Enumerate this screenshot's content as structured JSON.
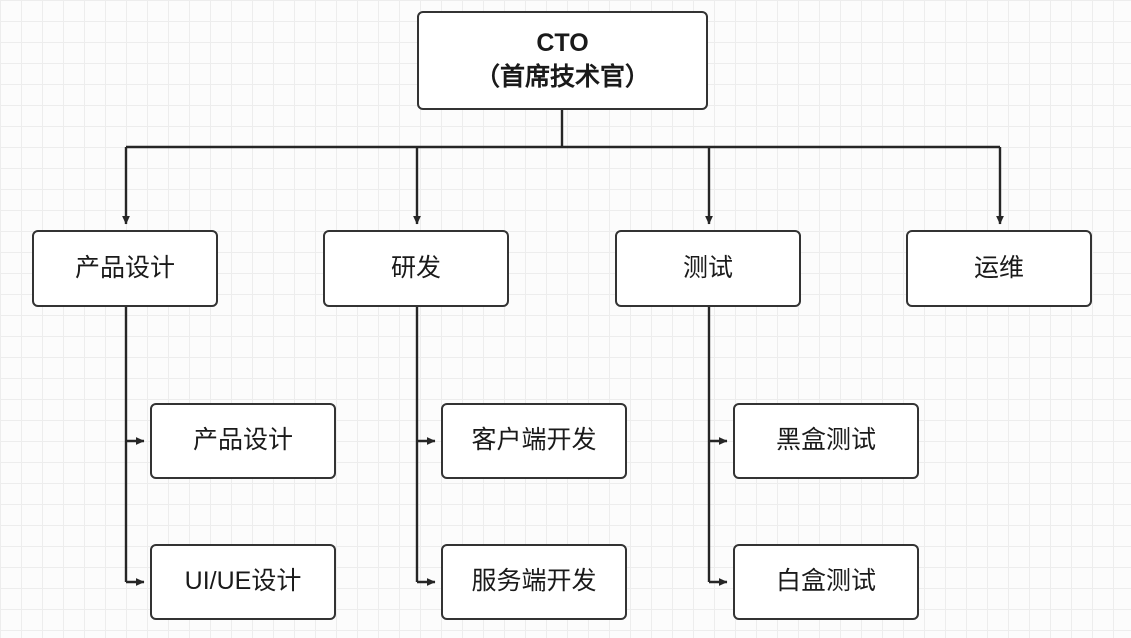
{
  "diagram": {
    "title_node": {
      "id": "cto",
      "line1": "CTO",
      "line2": "（首席技术官）"
    },
    "departments": [
      {
        "id": "product-design",
        "label": "产品设计"
      },
      {
        "id": "research-development",
        "label": "研发"
      },
      {
        "id": "testing",
        "label": "测试"
      },
      {
        "id": "operations",
        "label": "运维"
      }
    ],
    "sub_teams": {
      "product_design": [
        {
          "id": "product-design-sub",
          "label": "产品设计"
        },
        {
          "id": "ui-ue-design",
          "label": "UI/UE设计"
        }
      ],
      "research_development": [
        {
          "id": "client-development",
          "label": "客户端开发"
        },
        {
          "id": "server-development",
          "label": "服务端开发"
        }
      ],
      "testing": [
        {
          "id": "black-box-testing",
          "label": "黑盒测试"
        },
        {
          "id": "white-box-testing",
          "label": "白盒测试"
        }
      ],
      "operations": []
    },
    "colors": {
      "node_border": "#333333",
      "node_fill": "#ffffff",
      "text": "#1a1a1a",
      "edge": "#262626",
      "grid_line": "#ededed",
      "canvas_background": "#fcfcfc"
    }
  }
}
